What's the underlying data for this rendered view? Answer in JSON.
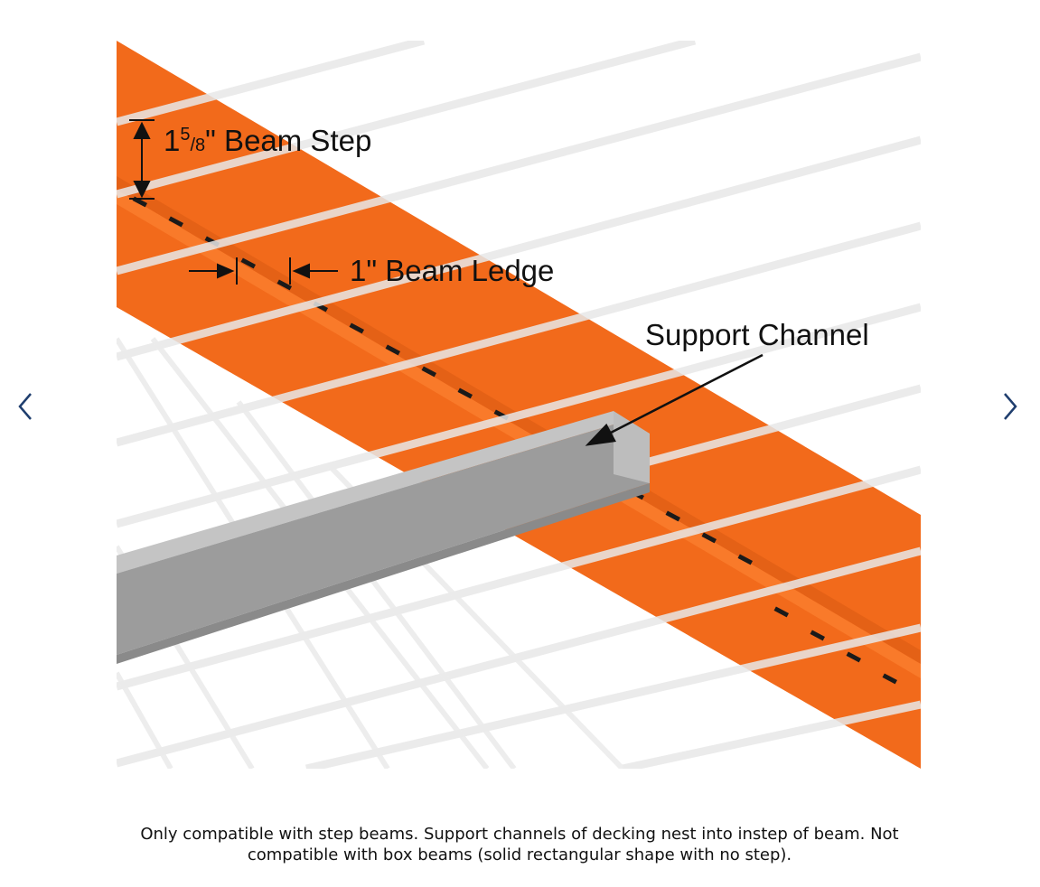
{
  "slide": {
    "image_labels": {
      "beam_step_whole": "1",
      "beam_step_num": "5",
      "beam_step_den": "8",
      "beam_step_rest": "\" Beam Step",
      "beam_ledge": "1\" Beam Ledge",
      "support_channel": "Support Channel"
    },
    "caption_line1": "Only compatible with step beams. Support channels of decking nest into instep of beam. Not",
    "caption_line2": "compatible with box beams (solid rectangular shape with no step)."
  },
  "icons": {
    "prev": "chevron-left-icon",
    "next": "chevron-right-icon"
  },
  "colors": {
    "beam_orange": "#f26a1b",
    "beam_dark": "#d95a12",
    "wire": "#e6e6e6",
    "channel": "#a9a9a9",
    "nav_arrow": "#1f3e6e"
  }
}
